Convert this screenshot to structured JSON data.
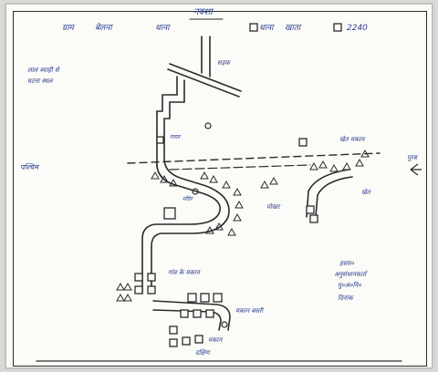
{
  "header": {
    "title": "नक्शा",
    "field_left_label": "ग्राम",
    "field_left_value": "बेलना",
    "field_mid_label": "थाना",
    "field_right_label": "थाना",
    "field_right_value": "खाता",
    "field_far_right_value": "2240"
  },
  "notes": {
    "top_left_line1": "लाल स्याही से",
    "top_left_line2": "घटना स्थल",
    "left_margin": "पश्चिम",
    "right_margin": "पूरब",
    "bottom": "दक्षिण"
  },
  "labels": {
    "road_top": "सड़क",
    "road_mid": "रास्ता",
    "house_group_right": "खेत मकान",
    "field_right": "खेत",
    "pond": "पोखर",
    "temple": "मंदिर",
    "village_center": "गांव के मकान",
    "lower_houses": "मकान बस्ती",
    "bottom_house": "मकान"
  },
  "legend": {
    "line1": "हस्ता०",
    "line2": "अनुसंधानकर्ता",
    "line3": "पु०अ०नि०",
    "line4": "दिनांक"
  },
  "colors": {
    "ink": "#2b2b2b",
    "pen": "#2d3f8f",
    "paper": "#fbfbf8"
  }
}
